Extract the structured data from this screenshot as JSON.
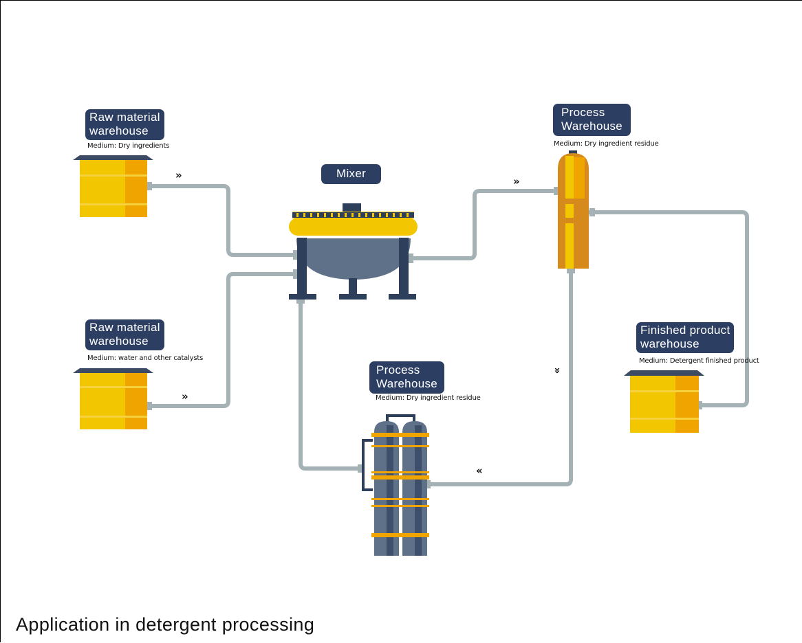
{
  "title": "Application in detergent processing",
  "colors": {
    "pipe": "#a4b2b6",
    "label_bg": "#2c3e62",
    "tank_yellow": "#f2c600",
    "tank_orange": "#f0a400",
    "steel": "#5f7089",
    "dark_steel": "#2e3f5c"
  },
  "nodes": {
    "raw1": {
      "title_line1": "Raw material",
      "title_line2": "warehouse",
      "medium": "Medium: Dry ingredients"
    },
    "raw2": {
      "title_line1": "Raw material",
      "title_line2": "warehouse",
      "medium": "Medium: water and other catalysts"
    },
    "mixer": {
      "title": "Mixer"
    },
    "process_top": {
      "title_line1": "Process",
      "title_line2": "Warehouse",
      "medium": "Medium: Dry ingredient residue"
    },
    "process_bottom": {
      "title_line1": "Process",
      "title_line2": "Warehouse",
      "medium": "Medium: Dry ingredient residue"
    },
    "finished": {
      "title_line1": "Finished product",
      "title_line2": "warehouse",
      "medium": "Medium: Detergent finished product"
    }
  },
  "flow_arrows": {
    "right": "»",
    "left": "«",
    "down": "»"
  }
}
